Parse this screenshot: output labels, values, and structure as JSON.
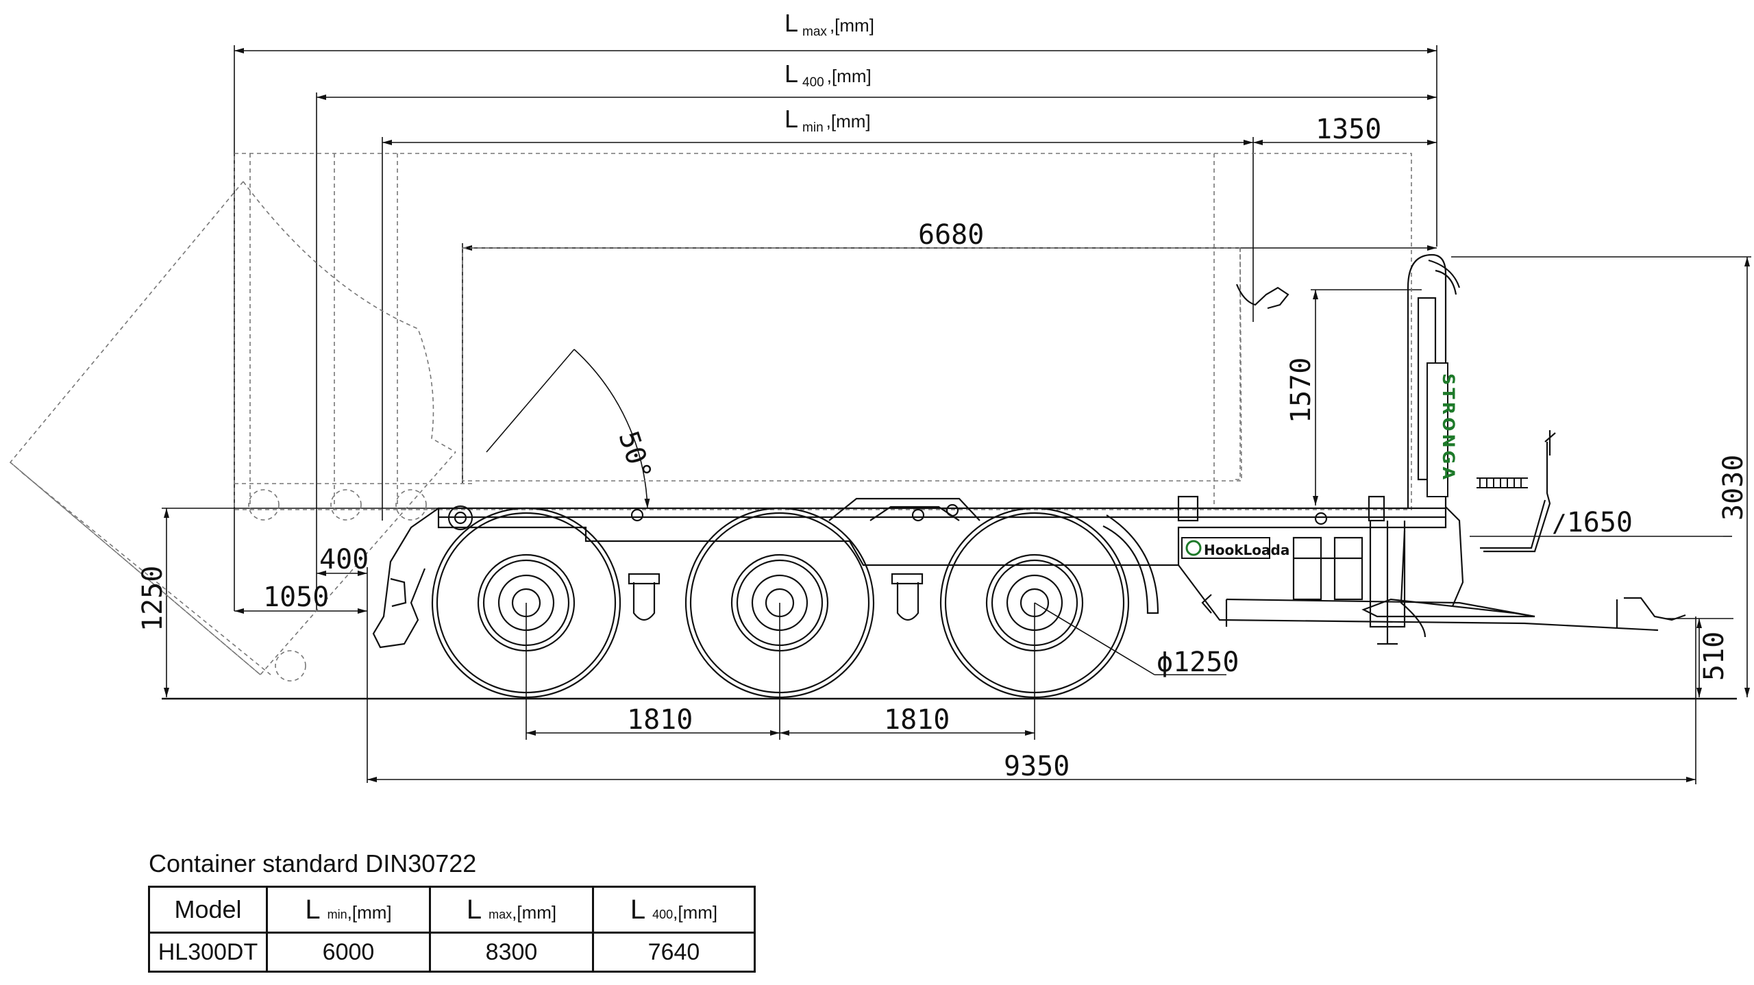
{
  "dimensions": {
    "lmax": {
      "L": "L",
      "sub": "max",
      "unit": ",[mm]"
    },
    "l400": {
      "L": "L",
      "sub": "400",
      "unit": ",[mm]"
    },
    "lmin": {
      "L": "L",
      "sub": "min",
      "unit": ",[mm]"
    },
    "d1350": "1350",
    "d6680": "6680",
    "d1570": "1570",
    "d3030": "3030",
    "d1650": "1650",
    "d510": "510",
    "d1250": "1250",
    "d400": "400",
    "d1050": "1050",
    "d1810a": "1810",
    "d1810b": "1810",
    "d9350": "9350",
    "wheel": "ϕ1250",
    "angle": "50°"
  },
  "brand": {
    "stronga": "STRONGA",
    "hookloada": "HookLoada"
  },
  "caption": "Container standard DIN30722",
  "table": {
    "model_header": "Model",
    "lmin": {
      "L": "L",
      "sub": "min",
      "unit": ",[mm]"
    },
    "lmax": {
      "L": "L",
      "sub": "max",
      "unit": ",[mm]"
    },
    "l400": {
      "L": "L",
      "sub": "400",
      "unit": ",[mm]"
    },
    "row": {
      "model": "HL300DT",
      "lmin": "6000",
      "lmax": "8300",
      "l400": "7640"
    }
  },
  "colors": {
    "line": "#111111",
    "brand_green": "#1e7a2a"
  }
}
